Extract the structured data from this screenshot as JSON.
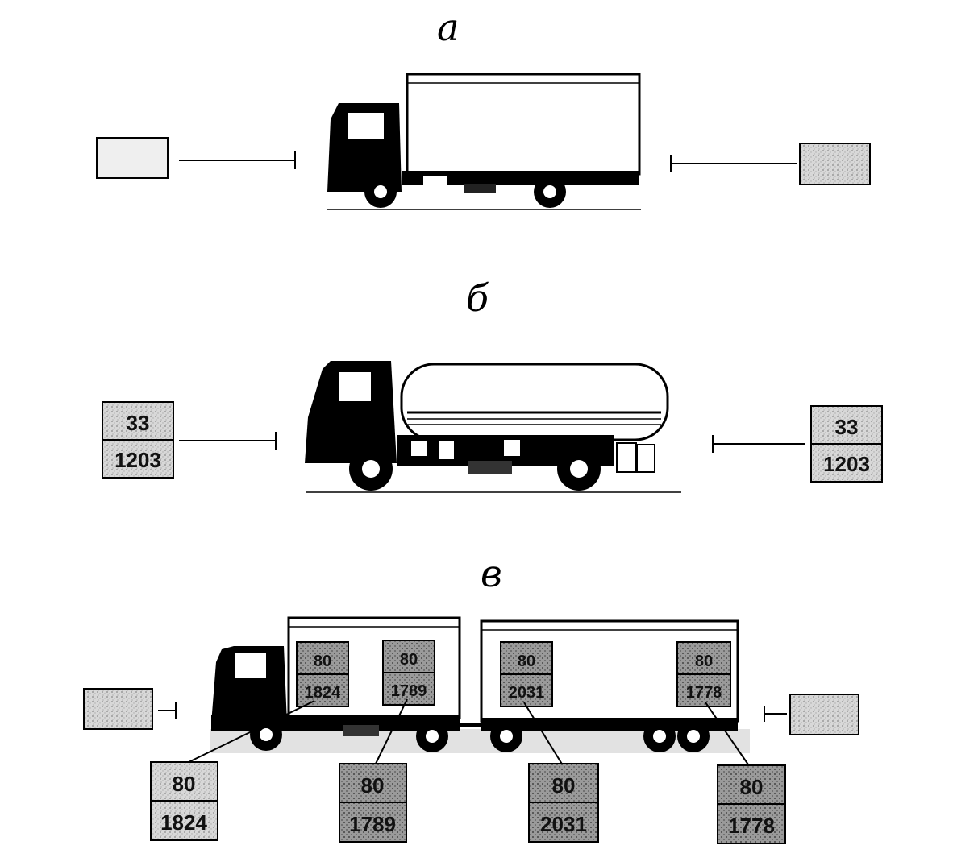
{
  "sections": [
    {
      "letter": "а"
    },
    {
      "letter": "б"
    },
    {
      "letter": "в"
    }
  ],
  "a": {
    "plate_left": {
      "top": "",
      "bottom": ""
    },
    "plate_right": {
      "top": "",
      "bottom": ""
    }
  },
  "b": {
    "plate_left": {
      "top": "33",
      "bottom": "1203"
    },
    "plate_right": {
      "top": "33",
      "bottom": "1203"
    }
  },
  "c": {
    "plate_left": {
      "top": "",
      "bottom": ""
    },
    "plate_right": {
      "top": "",
      "bottom": ""
    },
    "side_plates": [
      {
        "top": "80",
        "bottom": "1824"
      },
      {
        "top": "80",
        "bottom": "1789"
      },
      {
        "top": "80",
        "bottom": "2031"
      },
      {
        "top": "80",
        "bottom": "1778"
      }
    ],
    "bottom_plates": [
      {
        "top": "80",
        "bottom": "1824"
      },
      {
        "top": "80",
        "bottom": "1789"
      },
      {
        "top": "80",
        "bottom": "2031"
      },
      {
        "top": "80",
        "bottom": "1778"
      }
    ]
  }
}
